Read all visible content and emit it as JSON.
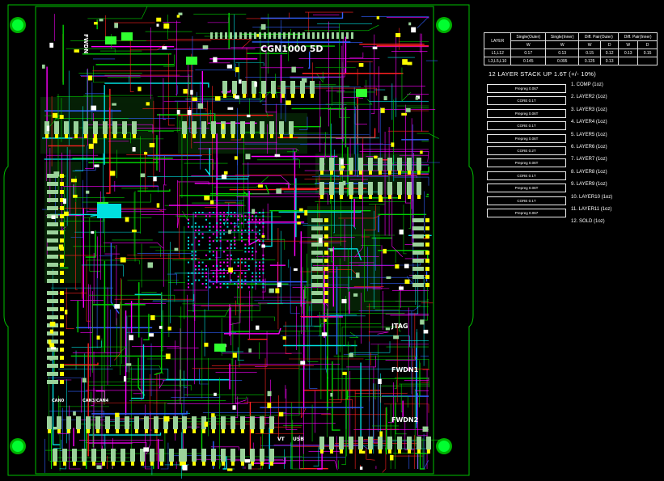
{
  "board": {
    "title": "CGN1000 5D",
    "labels": {
      "jtag": "JTAG",
      "fwdn1": "FWDN1",
      "fwdn2": "FWDN2",
      "fwdn_top": "FWDN",
      "can0": "CAN0",
      "ch3": "CAN3/CAN4",
      "vt": "VT",
      "usb": "USB"
    },
    "colors": {
      "outline": "#00c000",
      "trace_green": "#00d000",
      "trace_magenta": "#ff00ff",
      "trace_blue": "#3060ff",
      "trace_cyan": "#00e0e0",
      "pad_yellow": "#ffff00",
      "pad_green": "#9ad29a",
      "trace_red": "#ff2020"
    }
  },
  "spec_table": {
    "headers": [
      "LAYER",
      "Single(Outer)",
      "Single(Inner)",
      "Diff. Pair(Outer)",
      "",
      "Diff. Pair(Inner)",
      ""
    ],
    "subheaders": [
      "",
      "W",
      "W",
      "W",
      "D",
      "W",
      "D"
    ],
    "rows": [
      [
        "L1,L12",
        "0.17",
        "0.13",
        "0.15",
        "0.12",
        "0.13",
        "0.15"
      ],
      [
        "L3,L5,L10",
        "0.145",
        "0.095",
        "0.125",
        "0.13",
        "",
        ""
      ]
    ]
  },
  "stackup": {
    "title": "12 LAYER STACK UP  1.6T (+/- 10%)",
    "dielectrics": [
      "Prepreg 0.067",
      "CORE 0.1T",
      "Prepreg 0.06T",
      "CORE 0.1T",
      "Prepreg 0.06T",
      "CORE 0.2T",
      "Prepreg 0.06T",
      "CORE 0.1T",
      "Prepreg 0.06T",
      "CORE 0.1T",
      "Prepreg 0.067"
    ],
    "layers": [
      "1.  COMP (1oz)",
      "2.  LAYER2 (1oz)",
      "3.  LAYER3 (1oz)",
      "4.  LAYER4 (1oz)",
      "5.  LAYER5 (1oz)",
      "6.  LAYER6 (1oz)",
      "7.  LAYER7 (1oz)",
      "8.  LAYER8 (1oz)",
      "9.  LAYER9 (1oz)",
      "10.  LAYER10 (1oz)",
      "11.  LAYER11 (1oz)",
      "12.  SOLD (1oz)"
    ]
  }
}
